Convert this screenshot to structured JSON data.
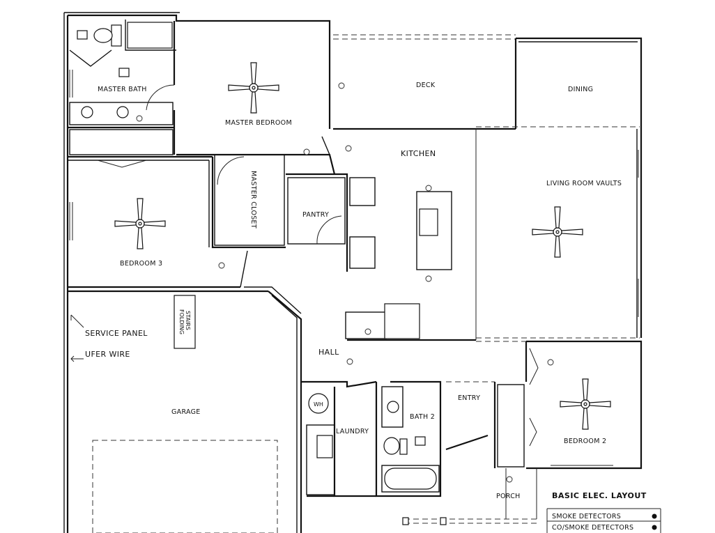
{
  "title": "BASIC ELEC. LAYOUT",
  "rooms": {
    "master_bath": "MASTER BATH",
    "master_bedroom": "MASTER BEDROOM",
    "deck": "DECK",
    "dining": "DINING",
    "kitchen": "KITCHEN",
    "living_room": "LIVING ROOM VAULTS",
    "master_closet": "MASTER CLOSET",
    "pantry": "PANTRY",
    "bedroom3": "BEDROOM 3",
    "hall": "HALL",
    "garage": "GARAGE",
    "laundry": "LAUNDRY",
    "bath2": "BATH 2",
    "entry": "ENTRY",
    "bedroom2": "BEDROOM 2",
    "porch": "PORCH"
  },
  "fixtures": {
    "water_heater": "WH",
    "folding_stairs": [
      "FOLDING",
      "STAIRS"
    ]
  },
  "annotations": {
    "service_panel": "SERVICE PANEL",
    "ufer_wire": "UFER WIRE"
  },
  "legend": {
    "items": [
      {
        "label": "SMOKE DETECTORS"
      },
      {
        "label": "CO/SMOKE DETECTORS"
      }
    ]
  }
}
